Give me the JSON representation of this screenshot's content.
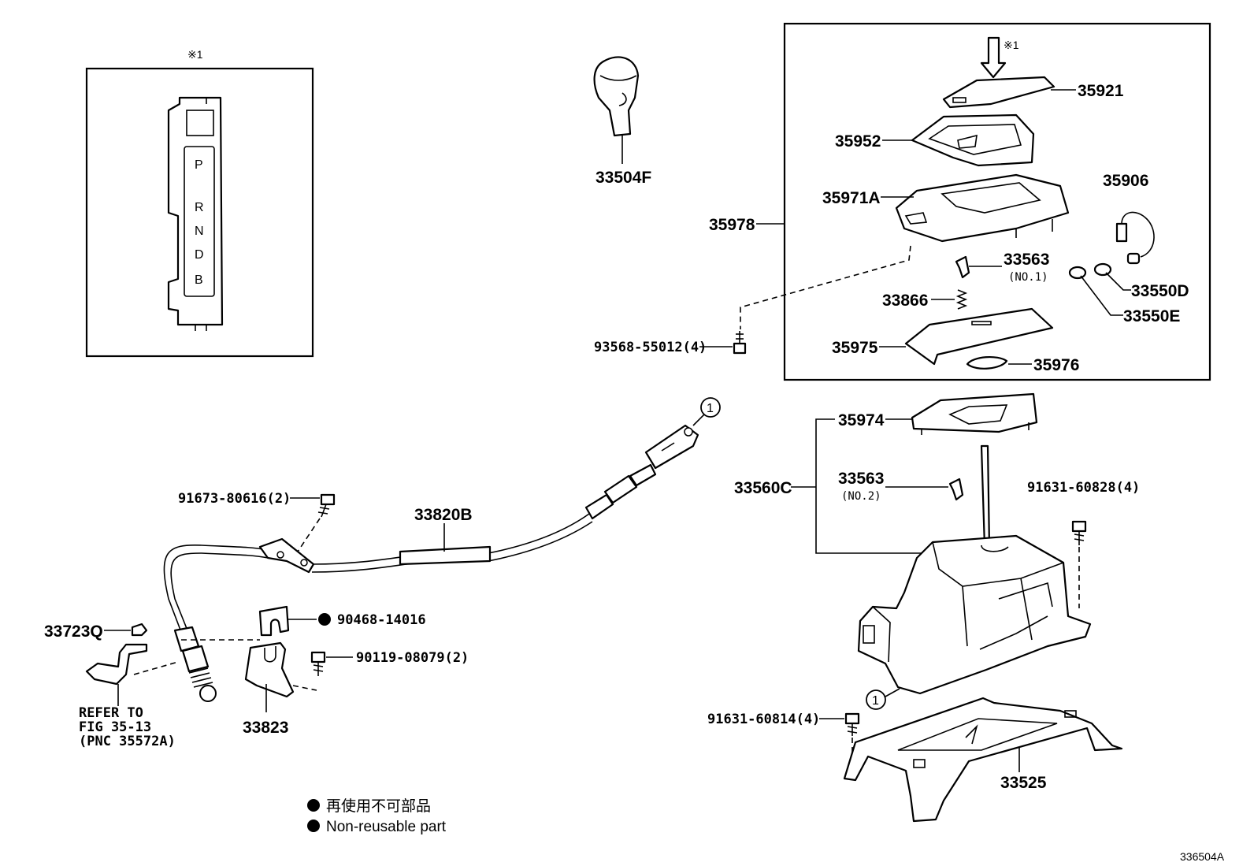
{
  "inset_mark": "※1",
  "arrow_mark": "※1",
  "indicator_letters": [
    "P",
    "R",
    "N",
    "D",
    "B"
  ],
  "parts": {
    "p33504F": "33504F",
    "p35921": "35921",
    "p35952": "35952",
    "p35971A": "35971A",
    "p35906": "35906",
    "p35978": "35978",
    "p33563_1": "33563",
    "p33563_1_note": "(NO.1)",
    "p33550D": "33550D",
    "p33866": "33866",
    "p33550E": "33550E",
    "p93568": "93568-55012(4)",
    "p35975": "35975",
    "p35976": "35976",
    "p35974": "35974",
    "p33560C": "33560C",
    "p33563_2": "33563",
    "p33563_2_note": "(NO.2)",
    "p91631_828": "91631-60828(4)",
    "p91673": "91673-80616(2)",
    "p33820B": "33820B",
    "p33723Q": "33723Q",
    "p90468": "90468-14016",
    "p90119": "90119-08079(2)",
    "p33823": "33823",
    "p91631_814": "91631-60814(4)",
    "p33525": "33525"
  },
  "refer_note": [
    "REFER TO",
    "FIG 35-13",
    "(PNC 35572A)"
  ],
  "connector_ref": "1",
  "legend": {
    "jp": "再使用不可部品",
    "en": "Non-reusable part"
  },
  "figure_number": "336504A"
}
